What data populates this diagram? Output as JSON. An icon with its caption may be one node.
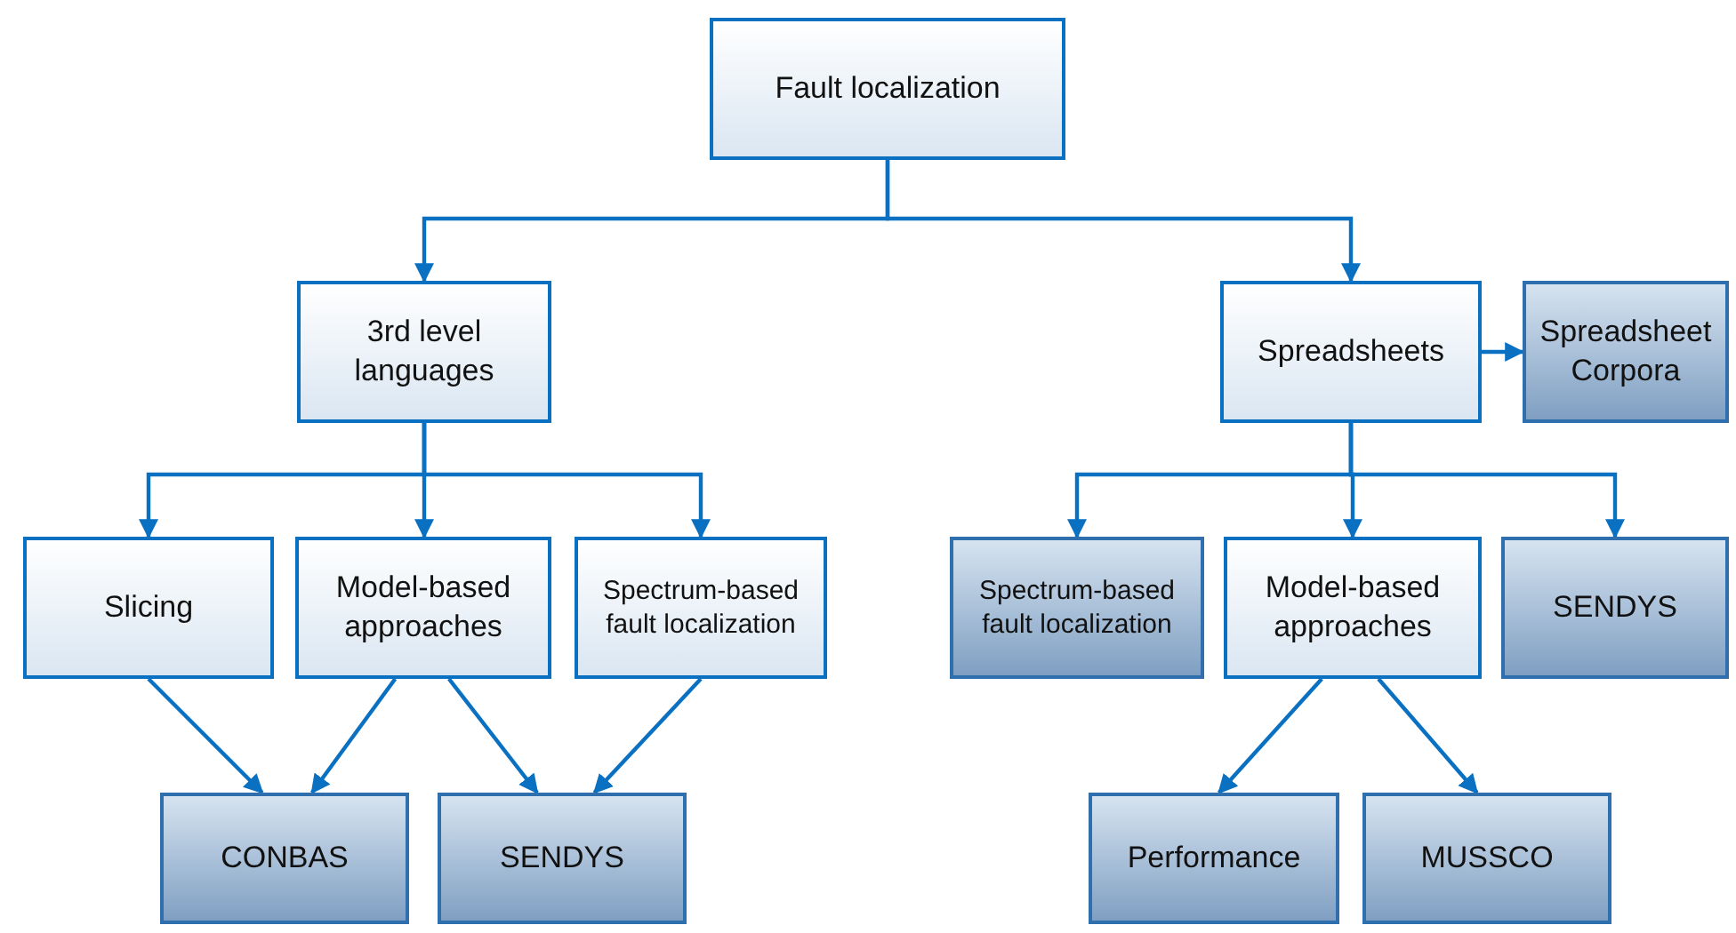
{
  "diagram": {
    "nodes": [
      {
        "text": [
          "Fault localization"
        ]
      },
      {
        "text": [
          "3rd level languages"
        ]
      },
      {
        "text": [
          "Spreadsheets"
        ]
      },
      {
        "text": [
          "Spreadsheet Corpora"
        ]
      },
      {
        "text": [
          "Slicing"
        ]
      },
      {
        "text": [
          "Model-based approaches"
        ]
      },
      {
        "text": [
          "Spectrum-based fault localization"
        ]
      },
      {
        "text": [
          "Spectrum-based fault localization"
        ]
      },
      {
        "text": [
          "Model-based approaches"
        ]
      },
      {
        "text": [
          "SENDYS"
        ]
      },
      {
        "text": [
          "CONBAS"
        ]
      },
      {
        "text": [
          "SENDYS"
        ]
      },
      {
        "text": [
          "Performance"
        ]
      },
      {
        "text": [
          "MUSSCO"
        ]
      }
    ],
    "edges": [
      {
        "from": 0,
        "to": 1,
        "arrow": "to"
      },
      {
        "from": 0,
        "to": 2,
        "arrow": "to"
      },
      {
        "from": 2,
        "to": 3,
        "arrow": "to"
      },
      {
        "from": 1,
        "to": 4,
        "arrow": "to"
      },
      {
        "from": 1,
        "to": 5,
        "arrow": "to"
      },
      {
        "from": 1,
        "to": 6,
        "arrow": "to"
      },
      {
        "from": 2,
        "to": 7,
        "arrow": "to"
      },
      {
        "from": 2,
        "to": 8,
        "arrow": "to"
      },
      {
        "from": 2,
        "to": 9,
        "arrow": "to"
      },
      {
        "from": 4,
        "to": 10,
        "arrow": "to"
      },
      {
        "from": 5,
        "to": 10,
        "arrow": "to"
      },
      {
        "from": 5,
        "to": 11,
        "arrow": "to"
      },
      {
        "from": 6,
        "to": 11,
        "arrow": "to"
      },
      {
        "from": 8,
        "to": 12,
        "arrow": "to"
      },
      {
        "from": 8,
        "to": 13,
        "arrow": "to"
      }
    ]
  }
}
